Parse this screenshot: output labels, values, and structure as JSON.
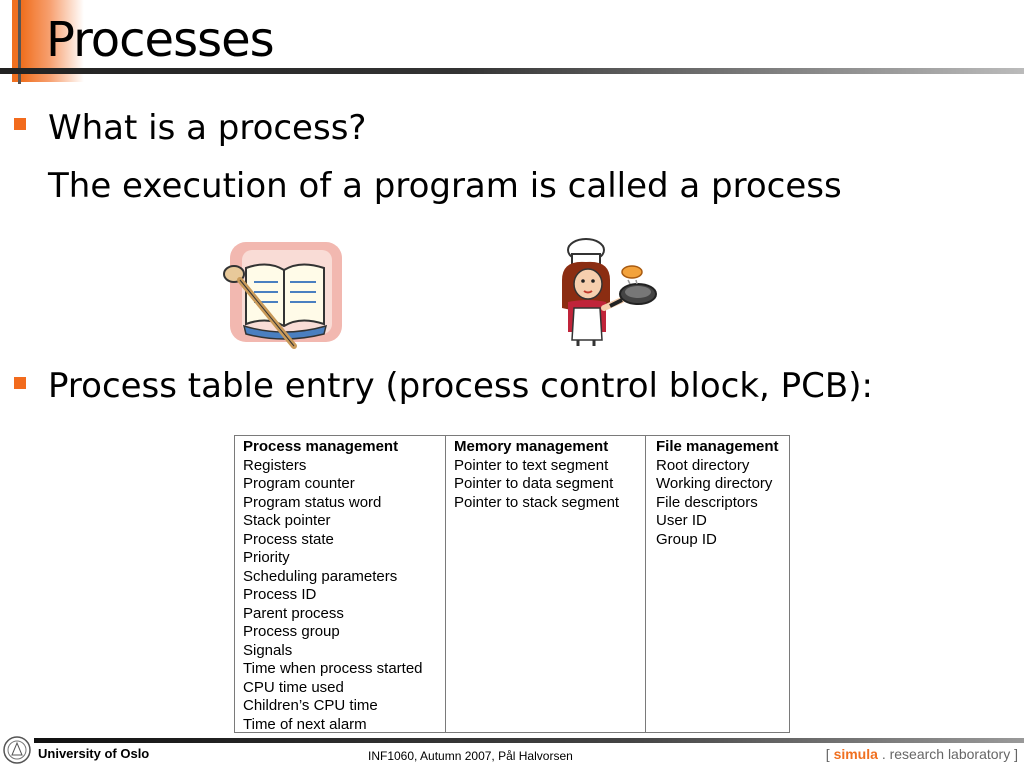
{
  "slide": {
    "title": "Processes",
    "bullets": [
      {
        "text": "What is a process?",
        "subtext": "The execution of a program is called a process"
      },
      {
        "text": "Process table entry (process control block, PCB):"
      }
    ]
  },
  "pcb_table": {
    "columns": [
      {
        "header": "Process management",
        "items": [
          "Registers",
          "Program counter",
          "Program status word",
          "Stack pointer",
          "Process state",
          "Priority",
          "Scheduling parameters",
          "Process ID",
          "Parent process",
          "Process group",
          "Signals",
          "Time when process started",
          "CPU time used",
          "Children’s CPU time",
          "Time of next alarm"
        ]
      },
      {
        "header": "Memory management",
        "items": [
          "Pointer to text segment",
          "Pointer to data segment",
          "Pointer to stack segment"
        ]
      },
      {
        "header": "File management",
        "items": [
          "Root directory",
          "Working directory",
          "File descriptors",
          "User ID",
          "Group ID"
        ]
      }
    ]
  },
  "footer": {
    "left": "University of Oslo",
    "center": "INF1060,  Autumn 2007,  Pål Halvorsen",
    "right_open": "[",
    "right_brand": "simula",
    "right_rest": ". research laboratory",
    "right_close": "]"
  },
  "icons": {
    "recipe": "recipe-book-icon",
    "chef": "chef-cooking-icon",
    "seal": "university-seal-icon"
  },
  "colors": {
    "accent": "#f26b1d",
    "brand": "#f07020"
  }
}
